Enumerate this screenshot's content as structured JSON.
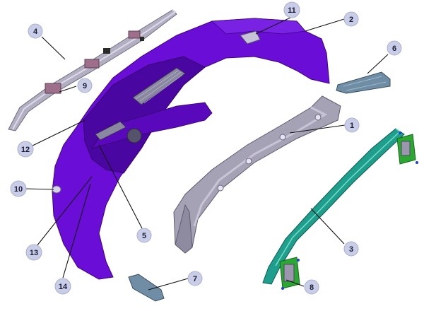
{
  "diagram": {
    "colors": {
      "bumper_cover": "#6a0dd6",
      "bumper_cover_dark": "#4a06a0",
      "absorber_gray": "#a6a2b6",
      "reinforcement_teal": "#1e9e8c",
      "bracket_green": "#2aa832",
      "callout_fill": "#c9cde6"
    },
    "callouts": [
      {
        "id": "c1",
        "label": "1"
      },
      {
        "id": "c2",
        "label": "2"
      },
      {
        "id": "c3",
        "label": "3"
      },
      {
        "id": "c4",
        "label": "4"
      },
      {
        "id": "c5",
        "label": "5"
      },
      {
        "id": "c6",
        "label": "6"
      },
      {
        "id": "c7",
        "label": "7"
      },
      {
        "id": "c8",
        "label": "8"
      },
      {
        "id": "c9",
        "label": "9"
      },
      {
        "id": "c10",
        "label": "10"
      },
      {
        "id": "c11",
        "label": "11"
      },
      {
        "id": "c12",
        "label": "12"
      },
      {
        "id": "c13",
        "label": "13"
      },
      {
        "id": "c14",
        "label": "14"
      }
    ]
  }
}
